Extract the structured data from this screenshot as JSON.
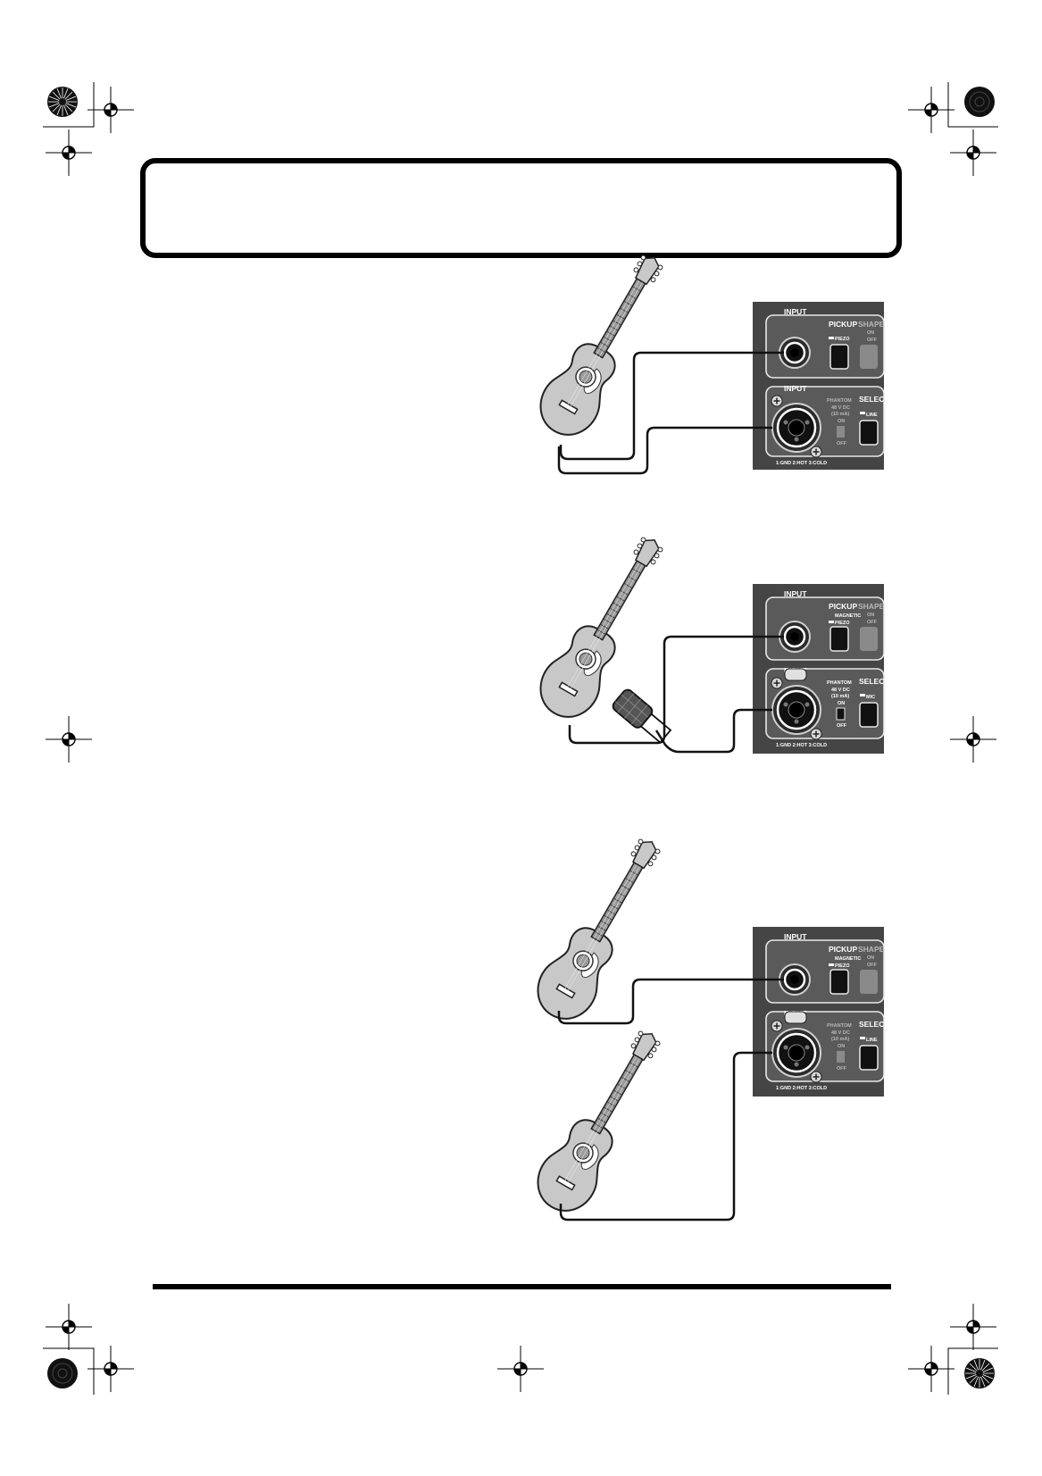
{
  "page": {
    "title_box_text": "",
    "footer_rule": true
  },
  "panel_labels": {
    "input": "INPUT",
    "pickup": "PICKUP",
    "shape": "SHAPE",
    "phantom": "PHANTOM",
    "select": "SELECT",
    "piezo": "PIEZO",
    "magnetic": "MAGNETIC",
    "on": "ON",
    "off": "OFF",
    "line": "LINE",
    "mic": "MIC",
    "phantom_spec_1": "48 V DC",
    "phantom_spec_2": "(10 mA)",
    "xlr_pinout": "1:GND 2:HOT 3:COLD"
  },
  "diagrams": [
    {
      "id": "diagram-1",
      "description_none": "",
      "pickup_options": [
        "PIEZO"
      ],
      "phantom_state": "OFF",
      "select_option": "LINE",
      "sources": [
        "guitar"
      ]
    },
    {
      "id": "diagram-2",
      "pickup_options": [
        "MAGNETIC",
        "PIEZO"
      ],
      "phantom_state": "ON",
      "select_option": "MIC",
      "sources": [
        "guitar",
        "microphone"
      ]
    },
    {
      "id": "diagram-3",
      "pickup_options": [
        "MAGNETIC",
        "PIEZO"
      ],
      "phantom_state": "OFF",
      "select_option": "LINE",
      "sources": [
        "guitar",
        "guitar"
      ]
    }
  ],
  "colors": {
    "panel": "#454545",
    "panel_inner": "#5a5a5a",
    "guitar_body": "#c8c8c8",
    "guitar_outline": "#222222",
    "cable": "#111111"
  }
}
